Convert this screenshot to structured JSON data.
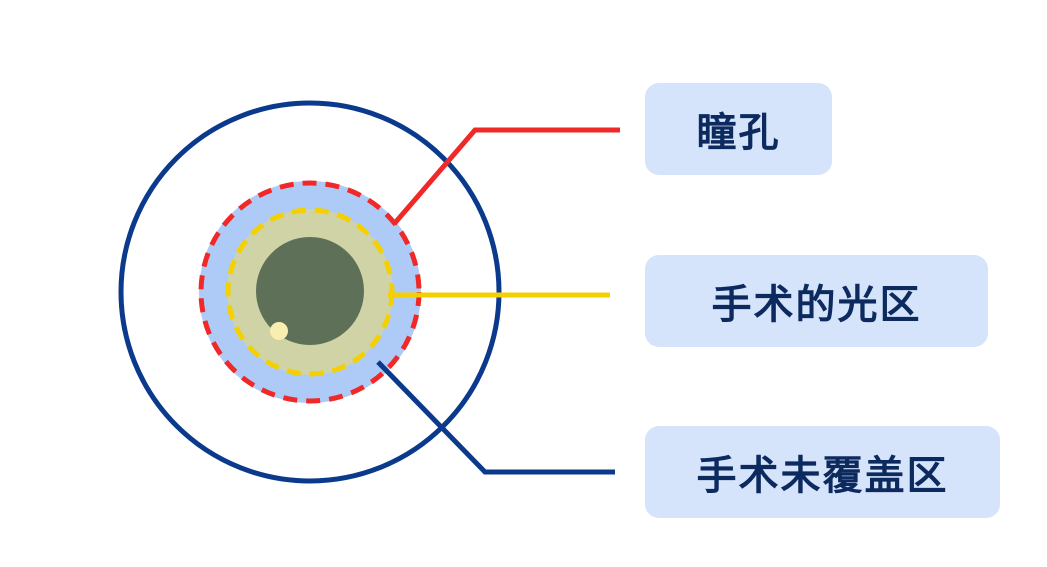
{
  "labels": {
    "pupil": "瞳孔",
    "optical_zone": "手术的光区",
    "uncovered_zone": "手术未覆盖区"
  },
  "colors": {
    "outer_circle": "#0b3a8c",
    "uncovered_fill": "#aecbf8",
    "pupil_line": "#f02828",
    "optical_zone_fill": "#cfd3a5",
    "optical_line": "#f5d000",
    "pupil_fill": "#5f7059",
    "light_dot": "#f8eeb0",
    "label_bg": "#d5e3fb",
    "label_text": "#0c2a5e"
  }
}
